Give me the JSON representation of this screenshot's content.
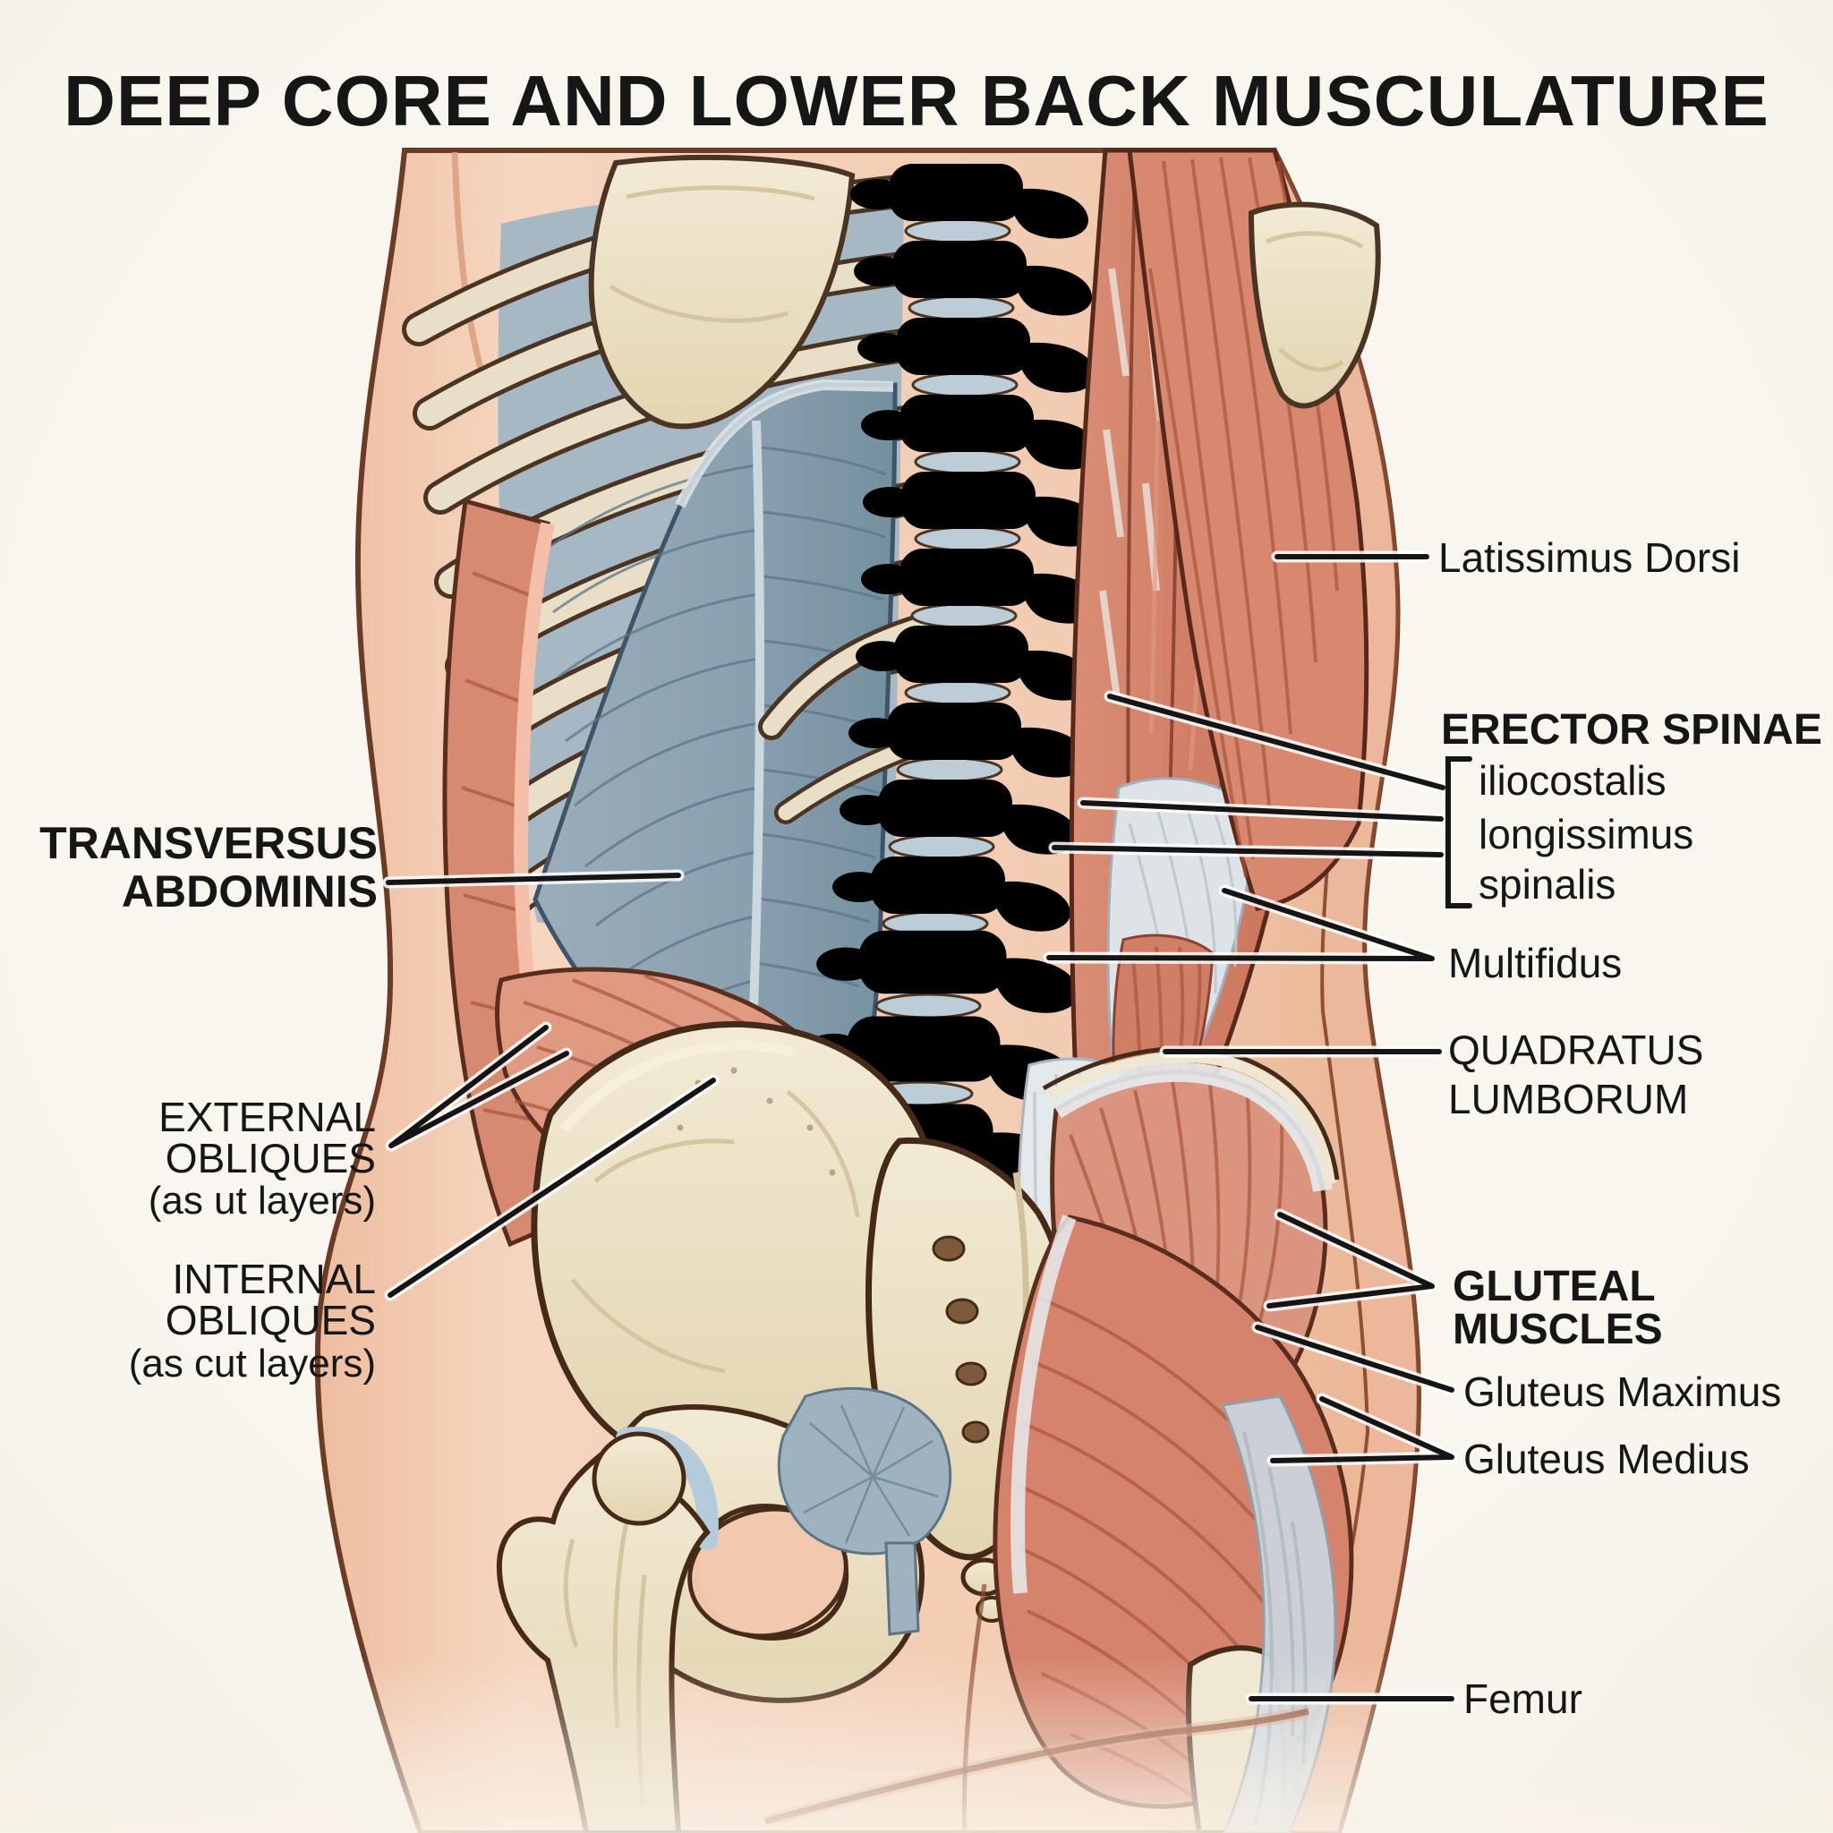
{
  "title": "DEEP CORE AND LOWER BACK MUSCULATURE",
  "labels": {
    "transversus_abdominis": {
      "line1": "TRANSVERSUS",
      "line2": "ABDOMINIS"
    },
    "external_obliques": {
      "line1": "EXTERNAL",
      "line2": "OBLIQUES",
      "line3": "(as ut layers)"
    },
    "internal_obliques": {
      "line1": "INTERNAL",
      "line2": "OBLIQUES",
      "line3": "(as cut layers)"
    },
    "latissimus_dorsi": "Latissimus Dorsi",
    "erector_spinae": {
      "heading": "ERECTOR SPINAE",
      "items": [
        "iliocostalis",
        "longissimus",
        "spinalis"
      ]
    },
    "multifidus": "Multifidus",
    "quadratus_lumborum": {
      "line1": "QUADRATUS",
      "line2": "LUMBORUM"
    },
    "gluteal_muscles": {
      "line1": "GLUTEAL",
      "line2": "MUSCLES"
    },
    "gluteus_maximus": "Gluteus Maximus",
    "gluteus_medius": "Gluteus Medius",
    "femur": "Femur"
  },
  "colors": {
    "background": "#f8f5ed",
    "skin": "#f3cfb6",
    "skin_edge_band": "#edb89c",
    "bone": "#ece3cb",
    "muscle_red": "#d5836c",
    "muscle_red_dark": "#a9553f",
    "deep_muscle_blue": "#8aa0b0",
    "fascia_white": "#e3e8eb",
    "cartilage_blue": "#b3cbdb",
    "leader_line": "#151515",
    "text": "#161616"
  }
}
